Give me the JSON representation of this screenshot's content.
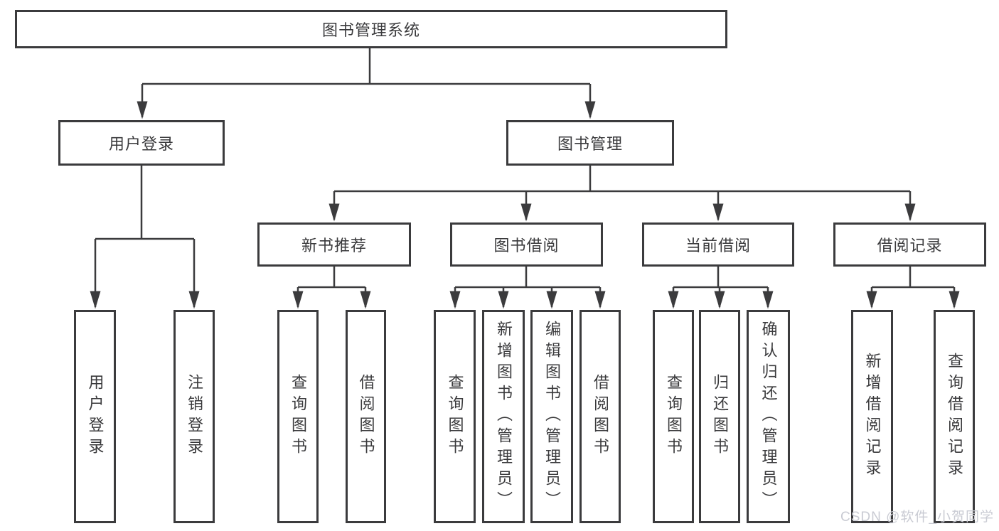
{
  "tree": {
    "root": {
      "label": "图书管理系统"
    },
    "branches": [
      {
        "label": "用户登录",
        "children": [
          {
            "label": "用户登录"
          },
          {
            "label": "注销登录"
          }
        ]
      },
      {
        "label": "图书管理",
        "children": [
          {
            "label": "新书推荐",
            "children": [
              {
                "label": "查询图书"
              },
              {
                "label": "借阅图书"
              }
            ]
          },
          {
            "label": "图书借阅",
            "children": [
              {
                "label": "查询图书"
              },
              {
                "label": "新增图书（管理员）"
              },
              {
                "label": "编辑图书（管理员）"
              },
              {
                "label": "借阅图书"
              }
            ]
          },
          {
            "label": "当前借阅",
            "children": [
              {
                "label": "查询图书"
              },
              {
                "label": "归还图书"
              },
              {
                "label": "确认归还（管理员）"
              }
            ]
          },
          {
            "label": "借阅记录",
            "children": [
              {
                "label": "新增借阅记录"
              },
              {
                "label": "查询借阅记录"
              }
            ]
          }
        ]
      }
    ]
  },
  "watermark": "CSDN @软件_小贺同学",
  "colors": {
    "line": "#3b3b3d",
    "text": "#3a3a3c",
    "background": "#ffffff",
    "watermark": "#c9cbd3"
  }
}
